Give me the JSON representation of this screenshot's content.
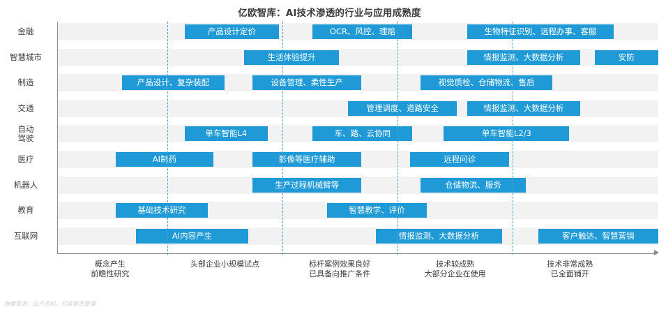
{
  "title": "亿欧智库：AI技术渗透的行业与应用成熟度",
  "source_note": "数据来源：公开资料、亿欧智库整理",
  "colors": {
    "bar": "#1f9ad6",
    "band": "#f2f2f2",
    "gridline": "#4a9fd4",
    "axis": "#8c8c8c",
    "text": "#3d3d3d",
    "bar_text": "#ffffff",
    "note": "#c8cdd2"
  },
  "chart_data": {
    "type": "bar",
    "title": "亿欧智库：AI技术渗透的行业与应用成熟度",
    "xlabel": "",
    "ylabel": "",
    "grid": true,
    "legend": "none",
    "orientation": "horizontal-gantt",
    "xlim": [
      0,
      100
    ],
    "stage_gridlines": [
      18.3,
      37.5,
      56.6,
      75.8
    ],
    "categories": [
      "金融",
      "智慧城市",
      "制造",
      "交通",
      "自动驾驶",
      "医疗",
      "机器人",
      "教育",
      "互联网"
    ],
    "stages": [
      {
        "line1": "概念产生",
        "line2": "前瞻性研究",
        "center": 8.8
      },
      {
        "line1": "头部企业小规模试点",
        "line2": "",
        "center": 27.9
      },
      {
        "line1": "标杆案例效果良好",
        "line2": "已具备向推广条件",
        "center": 47.0
      },
      {
        "line1": "技术较成熟",
        "line2": "大部分企业在使用",
        "center": 66.2
      },
      {
        "line1": "技术非常成熟",
        "line2": "已全面铺开",
        "center": 85.3
      }
    ],
    "rows": [
      {
        "category": "金融",
        "bars": [
          {
            "label": "产品设计定价",
            "start": 21.2,
            "end": 36.9
          },
          {
            "label": "OCR、风控、理赔",
            "start": 42.5,
            "end": 59.1
          },
          {
            "label": "生物特征识别、远程办事、客服",
            "start": 68.2,
            "end": 92.6
          }
        ]
      },
      {
        "category": "智慧城市",
        "bars": [
          {
            "label": "生活体验提升",
            "start": 31.1,
            "end": 46.9
          },
          {
            "label": "情报监测、大数据分析",
            "start": 68.2,
            "end": 87.0
          },
          {
            "label": "安防",
            "start": 89.4,
            "end": 100.0
          }
        ]
      },
      {
        "category": "制造",
        "bars": [
          {
            "label": "产品设计、复杂装配",
            "start": 10.8,
            "end": 27.8
          },
          {
            "label": "设备管理、柔性生产",
            "start": 32.5,
            "end": 50.6
          },
          {
            "label": "视觉质检、仓储物流、售后",
            "start": 60.4,
            "end": 82.4
          }
        ]
      },
      {
        "category": "交通",
        "bars": [
          {
            "label": "管理调度、道路安全",
            "start": 48.4,
            "end": 66.5
          },
          {
            "label": "情报监测、大数据分析",
            "start": 68.2,
            "end": 87.0
          }
        ]
      },
      {
        "category": "自动驾驶",
        "bars": [
          {
            "label": "单车智能L4",
            "start": 21.2,
            "end": 35.0
          },
          {
            "label": "车、路、云协同",
            "start": 42.5,
            "end": 59.1
          },
          {
            "label": "单车智能L2/3",
            "start": 64.3,
            "end": 85.2
          }
        ]
      },
      {
        "category": "医疗",
        "bars": [
          {
            "label": "AI制药",
            "start": 9.7,
            "end": 26.0
          },
          {
            "label": "影像等医疗辅助",
            "start": 32.5,
            "end": 50.6
          },
          {
            "label": "远程问诊",
            "start": 58.7,
            "end": 75.2
          }
        ]
      },
      {
        "category": "机器人",
        "bars": [
          {
            "label": "生产过程机械臂等",
            "start": 32.5,
            "end": 50.6
          },
          {
            "label": "仓储物流、服务",
            "start": 60.4,
            "end": 78.0
          }
        ]
      },
      {
        "category": "教育",
        "bars": [
          {
            "label": "基础技术研究",
            "start": 9.7,
            "end": 25.1
          },
          {
            "label": "智慧教学、评价",
            "start": 44.9,
            "end": 61.5
          }
        ]
      },
      {
        "category": "互联网",
        "bars": [
          {
            "label": "AI内容产生",
            "start": 13.1,
            "end": 31.8
          },
          {
            "label": "情报监测、大数据分析",
            "start": 53.0,
            "end": 74.0
          },
          {
            "label": "客户触达、智慧营销",
            "start": 80.0,
            "end": 100.0
          }
        ]
      }
    ]
  }
}
